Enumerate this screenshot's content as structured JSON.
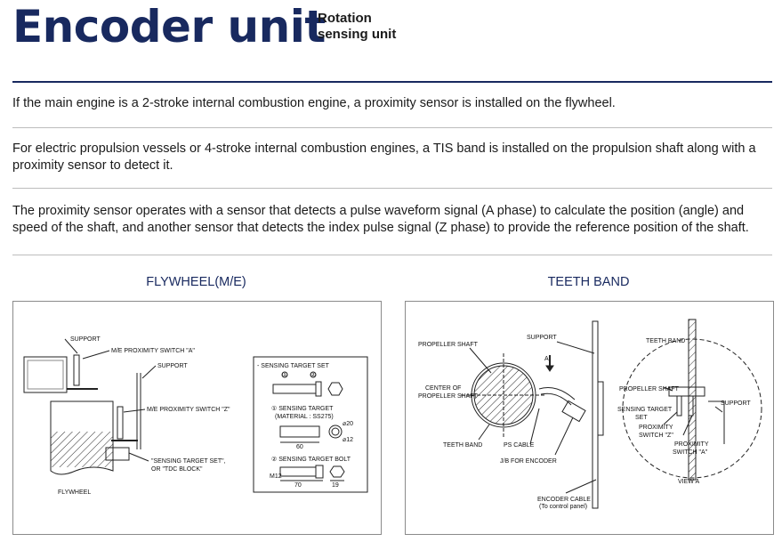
{
  "header": {
    "title": "Encoder unit",
    "subtitle_line1": "Rotation",
    "subtitle_line2": "sensing unit"
  },
  "paragraphs": {
    "p1": "If the main engine is a 2-stroke internal combustion engine, a proximity sensor is installed on the flywheel.",
    "p2": "For electric propulsion vessels or 4-stroke internal combustion engines, a TIS band is installed on the propulsion shaft along with a proximity sensor to detect it.",
    "p3": "The proximity sensor operates with a sensor that detects a pulse waveform signal (A phase) to calculate the position (angle) and speed of the shaft, and another sensor that detects the index pulse signal (Z phase) to provide the reference position of the shaft."
  },
  "flywheel_panel": {
    "title": "FLYWHEEL(M/E)",
    "labels": {
      "support1": "SUPPORT",
      "switch_a": "M/E PROXIMITY SWITCH \"A\"",
      "support2": "SUPPORT",
      "switch_z": "M/E PROXIMITY SWITCH \"Z\"",
      "target_set_1": "\"SENSING TARGET SET\",",
      "target_set_2": "OR \"TDC BLOCK\"",
      "flywheel": "FLYWHEEL"
    },
    "detail": {
      "heading": "- SENSING TARGET SET",
      "callout1": "①",
      "callout2": "②",
      "target_heading": "① SENSING TARGET",
      "material": "(MATERIAL : SS275)",
      "dim_60": "60",
      "dia_20": "⌀20",
      "dia_12": "⌀12",
      "bolt_heading": "② SENSING TARGET BOLT",
      "m12": "M12",
      "dim_70": "70",
      "dim_19": "19"
    }
  },
  "teeth_panel": {
    "title": "TEETH BAND",
    "labels": {
      "propeller_shaft": "PROPELLER SHAFT",
      "support": "SUPPORT",
      "center_1": "CENTER OF",
      "center_2": "PROPELLER SHAFT",
      "teeth_band": "TEETH BAND",
      "ps_cable": "PS CABLE",
      "jb_encoder": "J/B FOR ENCODER",
      "encoder_cable_1": "ENCODER CABLE",
      "encoder_cable_2": "(To control panel)",
      "arrow_a": "A"
    },
    "view_a": {
      "teeth_band": "TEETH BAND",
      "propeller_shaft": "PROPELLER SHAFT",
      "sensing_target_1": "SENSING TARGET",
      "sensing_target_2": "SET",
      "support": "SUPPORT",
      "prox_z_1": "PROXIMITY",
      "prox_z_2": "SWITCH \"Z\"",
      "prox_a_1": "PROXIMITY",
      "prox_a_2": "SWITCH \"A\"",
      "caption": "VIEW A"
    }
  },
  "colors": {
    "title": "#18295f",
    "rule": "#18295f",
    "separator": "#bdbdbd",
    "panel_title": "#18295f"
  }
}
